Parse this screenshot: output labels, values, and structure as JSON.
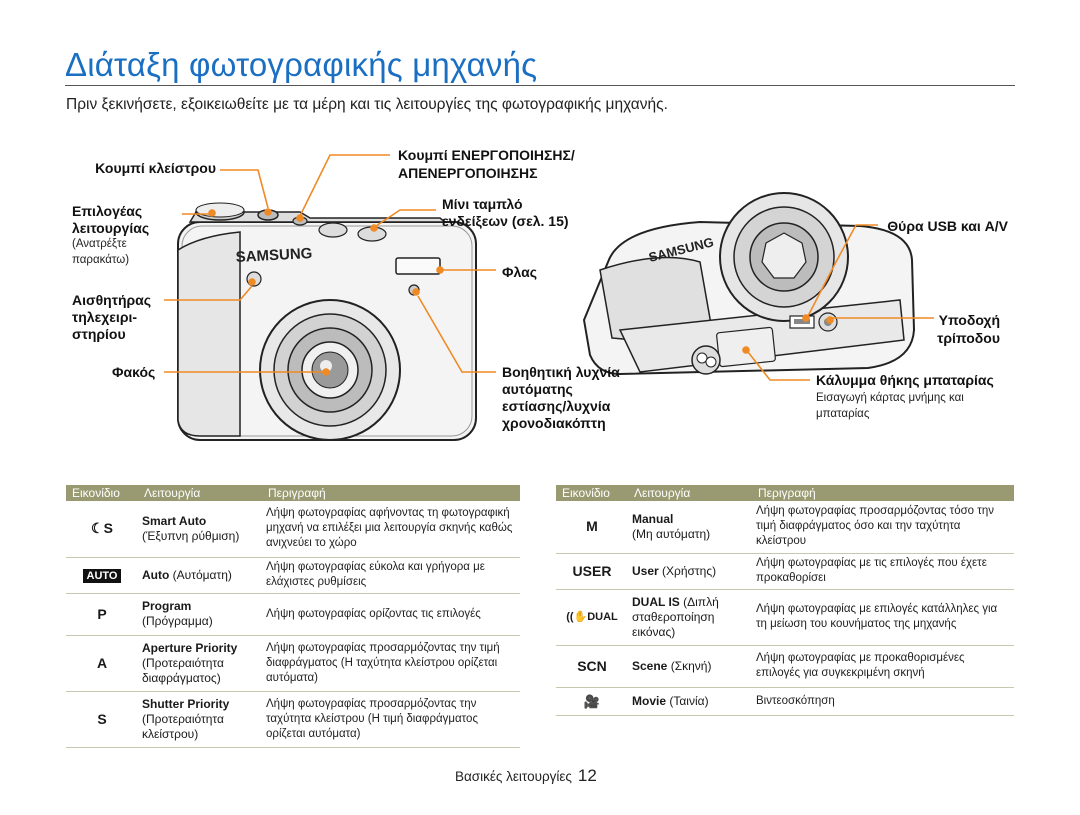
{
  "page": {
    "title": "Διάταξη φωτογραφικής μηχανής",
    "intro": "Πριν ξεκινήσετε, εξοικειωθείτε με τα μέρη και τις λειτουργίες της φωτογραφικής μηχανής.",
    "footer_label": "Βασικές λειτουργίες",
    "footer_page": "12"
  },
  "callouts": {
    "shutter": "Κουμπί κλείστρου",
    "power_1": "Κουμπί ΕΝΕΡΓΟΠΟΙΗΣΗΣ/",
    "power_2": "ΑΠΕΝΕΡΓΟΠΟΙΗΣΗΣ",
    "mode_1": "Επιλογέας",
    "mode_2": "λειτουργίας",
    "mode_sub_1": "(Ανατρέξτε",
    "mode_sub_2": "παρακάτω)",
    "mini_panel_1": "Μίνι ταμπλό",
    "mini_panel_2": "ενδείξεων (σελ. 15)",
    "usb": "Θύρα USB και A/V",
    "flash": "Φλας",
    "remote_1": "Αισθητήρας",
    "remote_2": "τηλεχειρι-",
    "remote_3": "στηρίου",
    "tripod_1": "Υποδοχή",
    "tripod_2": "τρίποδου",
    "lens": "Φακός",
    "af_1": "Βοηθητική λυχνία",
    "af_2": "αυτόματης",
    "af_3": "εστίασης/λυχνία",
    "af_4": "χρονοδιακόπτη",
    "battery": "Κάλυμμα θήκης μπαταρίας",
    "battery_sub_1": "Εισαγωγή κάρτας μνήμης και",
    "battery_sub_2": "μπαταρίας",
    "brand": "SAMSUNG"
  },
  "table_headers": {
    "icon": "Εικονίδιο",
    "function": "Λειτουργία",
    "description": "Περιγραφή"
  },
  "left_table": [
    {
      "icon": "☾S",
      "icon_name": "smart-auto-icon",
      "fn_bold": "Smart Auto",
      "fn_rest": "(Έξυπνη ρύθμιση)",
      "desc": "Λήψη φωτογραφίας αφήνοντας τη φωτογραφική μηχανή να επιλέξει μια λειτουργία σκηνής καθώς ανιχνεύει το χώρο"
    },
    {
      "icon": "AUTO",
      "icon_name": "auto-icon",
      "fn_bold": "Auto",
      "fn_rest": " (Αυτόματη)",
      "desc": "Λήψη φωτογραφίας εύκολα και γρήγορα με ελάχιστες ρυθμίσεις"
    },
    {
      "icon": "P",
      "icon_name": "program-icon",
      "fn_bold": "Program",
      "fn_rest": "(Πρόγραμμα)",
      "desc": "Λήψη φωτογραφίας ορίζοντας τις επιλογές"
    },
    {
      "icon": "A",
      "icon_name": "aperture-priority-icon",
      "fn_bold": "Aperture Priority",
      "fn_rest": "(Προτεραιότητα διαφράγματος)",
      "desc": "Λήψη φωτογραφίας προσαρμόζοντας την τιμή διαφράγματος (Η ταχύτητα κλείστρου ορίζεται αυτόματα)"
    },
    {
      "icon": "S",
      "icon_name": "shutter-priority-icon",
      "fn_bold": "Shutter Priority",
      "fn_rest": "(Προτεραιότητα κλείστρου)",
      "desc": "Λήψη φωτογραφίας προσαρμόζοντας την ταχύτητα κλείστρου (Η τιμή διαφράγματος ορίζεται αυτόματα)"
    }
  ],
  "right_table": [
    {
      "icon": "M",
      "icon_name": "manual-icon",
      "fn_bold": "Manual",
      "fn_rest": "(Μη αυτόματη)",
      "desc": "Λήψη φωτογραφίας προσαρμόζοντας τόσο την τιμή διαφράγματος όσο και την ταχύτητα κλείστρου"
    },
    {
      "icon": "USER",
      "icon_name": "user-icon",
      "fn_bold": "User",
      "fn_rest": " (Χρήστης)",
      "desc": "Λήψη φωτογραφίας με τις επιλογές που έχετε προκαθορίσει"
    },
    {
      "icon": "((✋DUAL",
      "icon_name": "dual-is-icon",
      "fn_bold": "DUAL IS",
      "fn_rest": " (Διπλή σταθεροποίηση εικόνας)",
      "desc": "Λήψη φωτογραφίας με επιλογές κατάλληλες για τη μείωση του κουνήματος της μηχανής"
    },
    {
      "icon": "SCN",
      "icon_name": "scene-icon",
      "fn_bold": "Scene",
      "fn_rest": " (Σκηνή)",
      "desc": "Λήψη φωτογραφίας με προκαθορισμένες επιλογές για συγκεκριμένη σκηνή"
    },
    {
      "icon": "🎥",
      "icon_name": "movie-icon",
      "fn_bold": "Movie",
      "fn_rest": " (Ταινία)",
      "desc": "Βιντεοσκόπηση"
    }
  ],
  "colors": {
    "title_blue": "#1a6fc2",
    "callout_orange": "#f08a24",
    "header_olive": "#9a9a72"
  }
}
